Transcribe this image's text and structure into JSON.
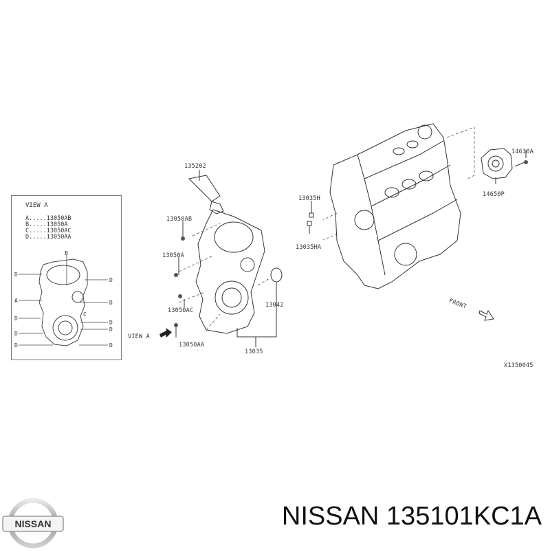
{
  "diagram": {
    "view_a_box": {
      "title": "VIEW A",
      "legend": [
        {
          "key": "A",
          "dots": ".....",
          "part": "13050AB"
        },
        {
          "key": "B",
          "dots": ".....",
          "part": "13050A"
        },
        {
          "key": "C",
          "dots": ".....",
          "part": "13050AC"
        },
        {
          "key": "D",
          "dots": ".....",
          "part": "13050AA"
        }
      ]
    },
    "callouts": {
      "p135202": "135202",
      "p13050AB": "13050AB",
      "p13050A": "13050A",
      "p13050AC": "13050AC",
      "p13050AA": "13050AA",
      "p13042": "13042",
      "p13035": "13035",
      "p13035H": "13035H",
      "p13035HA": "13035HA",
      "p14610A": "14610A",
      "p14650P": "14650P",
      "view_a_arrow": "VIEW A",
      "front": "FRONT",
      "drawing_id": "X1350045"
    }
  },
  "footer": {
    "brand_logo_text": "NISSAN",
    "part_title": "NISSAN 135101KC1A"
  }
}
